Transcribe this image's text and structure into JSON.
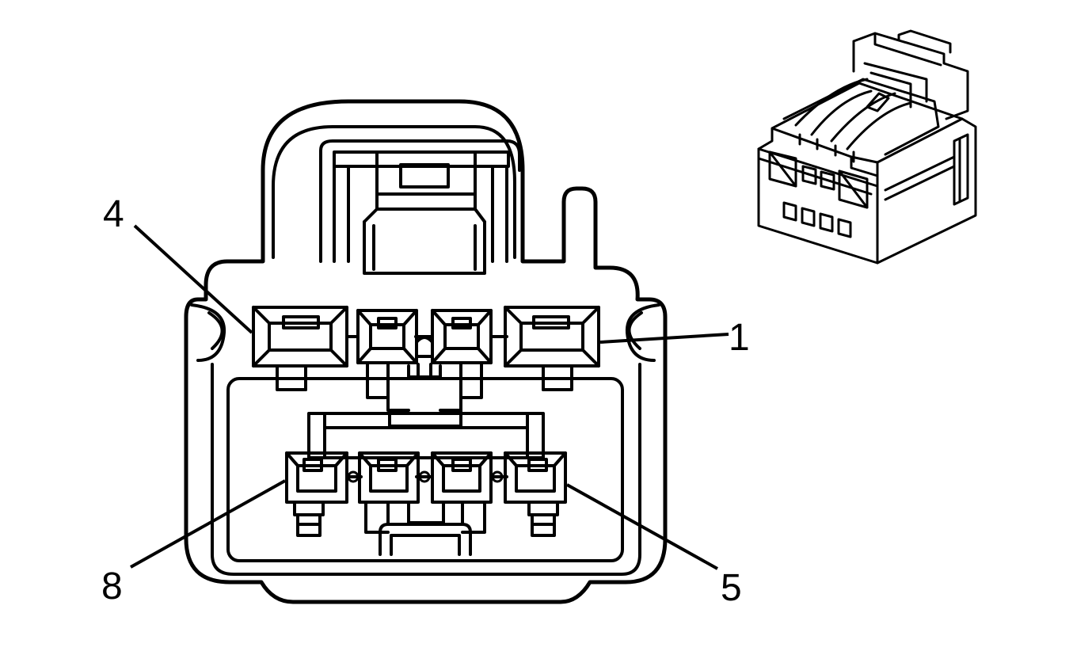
{
  "pin_labels": {
    "pin_4": "4",
    "pin_1": "1",
    "pin_8": "8",
    "pin_5": "5"
  },
  "colors": {
    "stroke": "#000000",
    "background": "#ffffff"
  }
}
